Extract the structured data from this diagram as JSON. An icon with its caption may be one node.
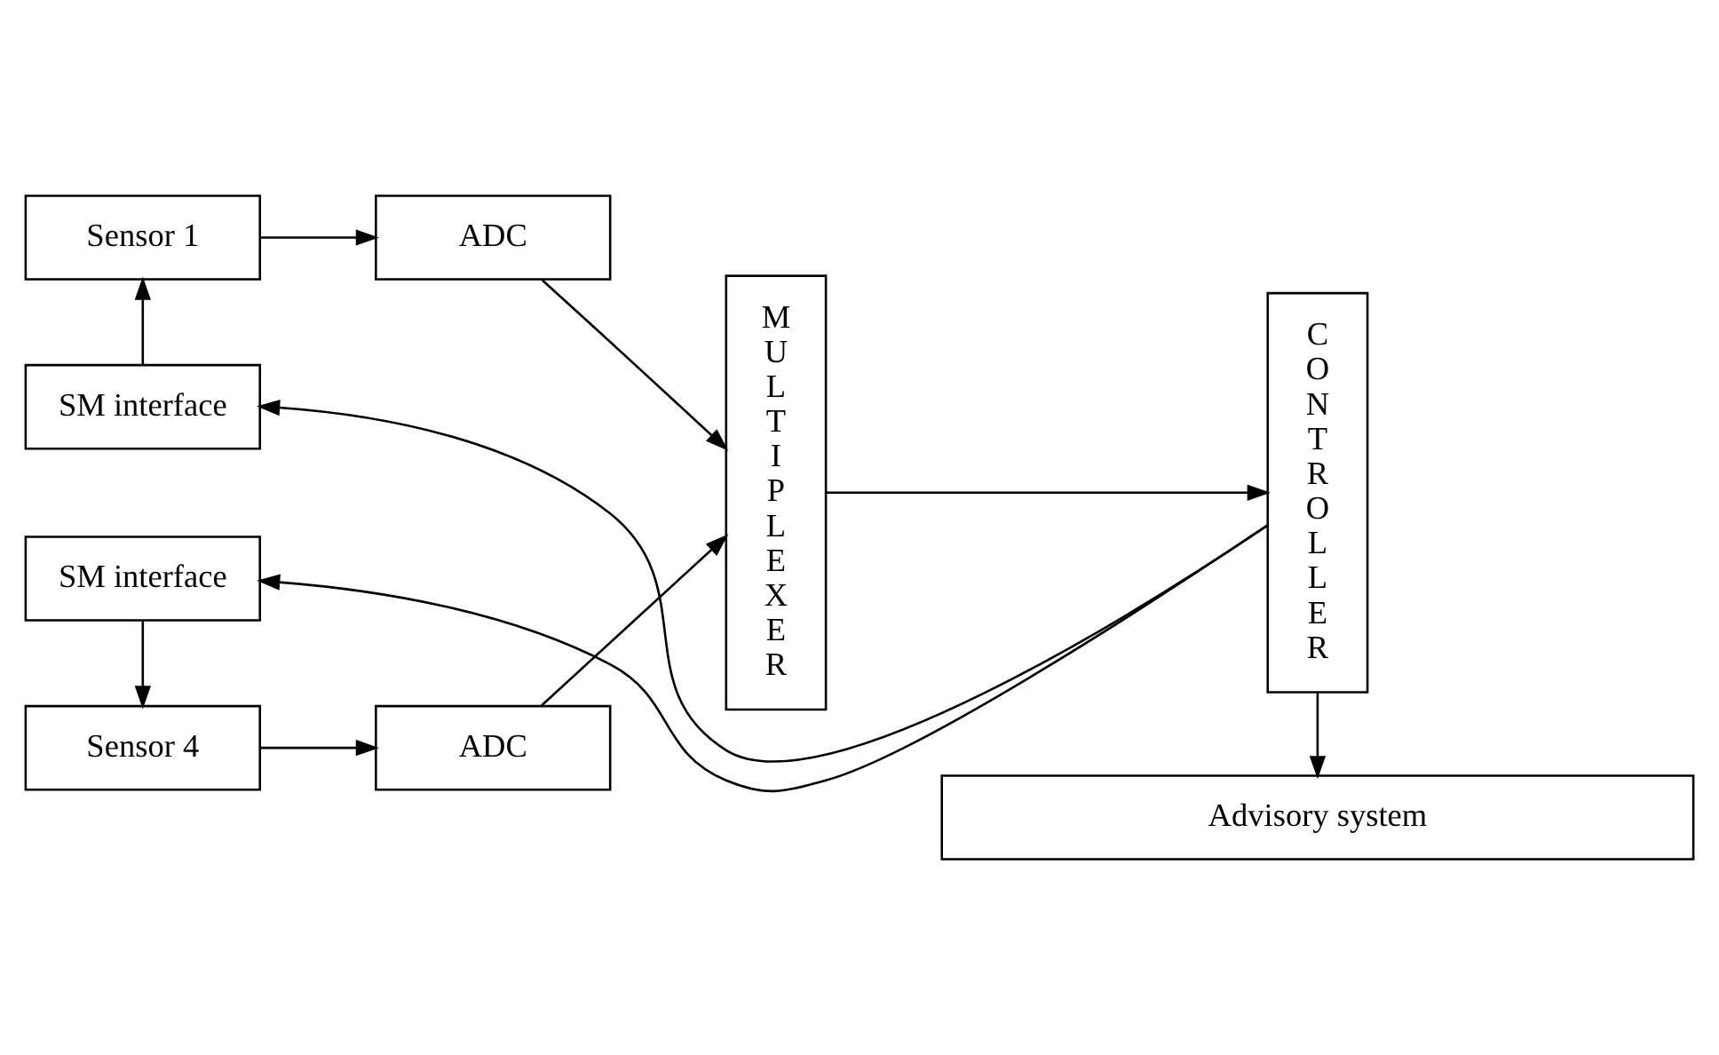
{
  "diagram": {
    "nodes": [
      {
        "text": [
          "Sensor 1"
        ]
      },
      {
        "text": [
          "ADC"
        ]
      },
      {
        "text": [
          "MULTIPLEXER"
        ]
      },
      {
        "text": [
          "CONTROLLER"
        ]
      },
      {
        "text": [
          "SM interface"
        ]
      },
      {
        "text": [
          "Sensor 4"
        ]
      },
      {
        "text": [
          "ADC"
        ]
      },
      {
        "text": [
          "SM interface"
        ]
      },
      {
        "text": [
          "Advisory system"
        ]
      }
    ],
    "edges": [
      {
        "from": 0,
        "to": 1,
        "arrow": "to"
      },
      {
        "from": 1,
        "to": 2,
        "arrow": "to"
      },
      {
        "from": 2,
        "to": 3,
        "arrow": "to"
      },
      {
        "from": 3,
        "to": 4,
        "arrow": "to"
      },
      {
        "from": 4,
        "to": 0,
        "arrow": "to"
      },
      {
        "from": 5,
        "to": 6,
        "arrow": "to"
      },
      {
        "from": 6,
        "to": 2,
        "arrow": "to"
      },
      {
        "from": 3,
        "to": 7,
        "arrow": "to"
      },
      {
        "from": 7,
        "to": 5,
        "arrow": "to"
      },
      {
        "from": 3,
        "to": 8,
        "arrow": "to"
      }
    ]
  }
}
